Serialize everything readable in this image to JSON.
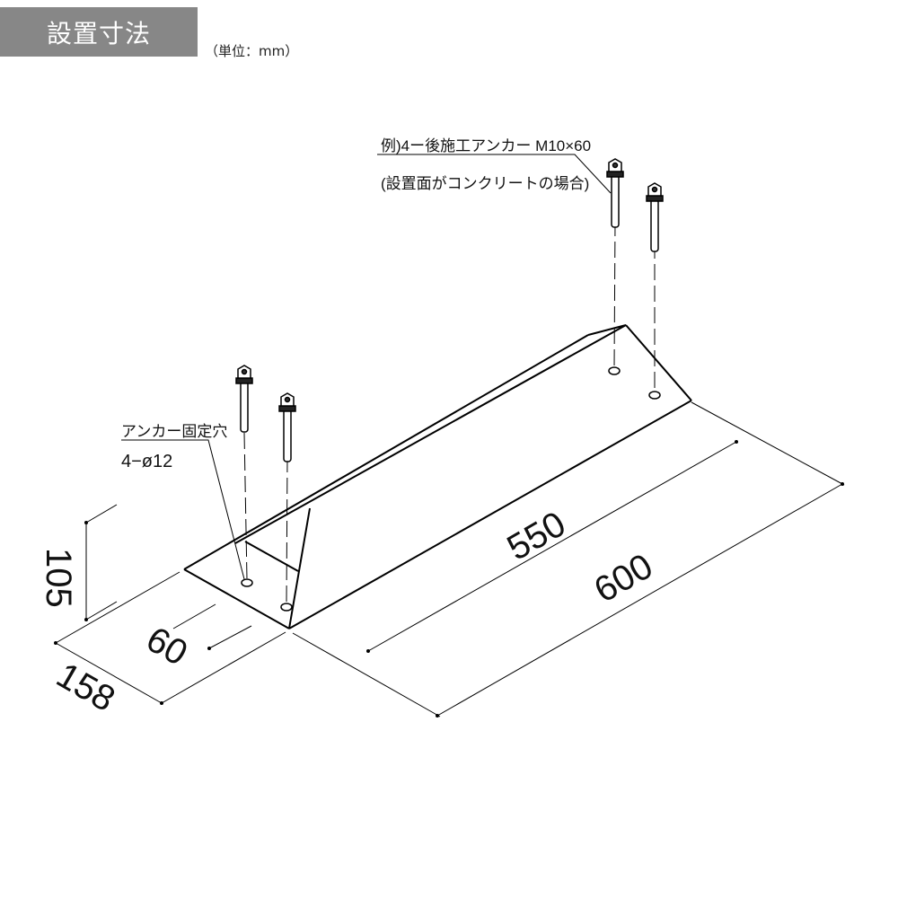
{
  "header": {
    "title": "設置寸法",
    "unit": "（単位：mm）"
  },
  "annotations": {
    "anchor_example_line1": "例)4ー後施工アンカー M10×60",
    "anchor_example_line2": "(設置面がコンクリートの場合)",
    "hole_label_line1": "アンカー固定穴",
    "hole_label_line2": "4−ø12"
  },
  "dimensions": {
    "length_inner": "550",
    "length_total": "600",
    "width": "158",
    "hole_offset": "60",
    "height": "105"
  }
}
